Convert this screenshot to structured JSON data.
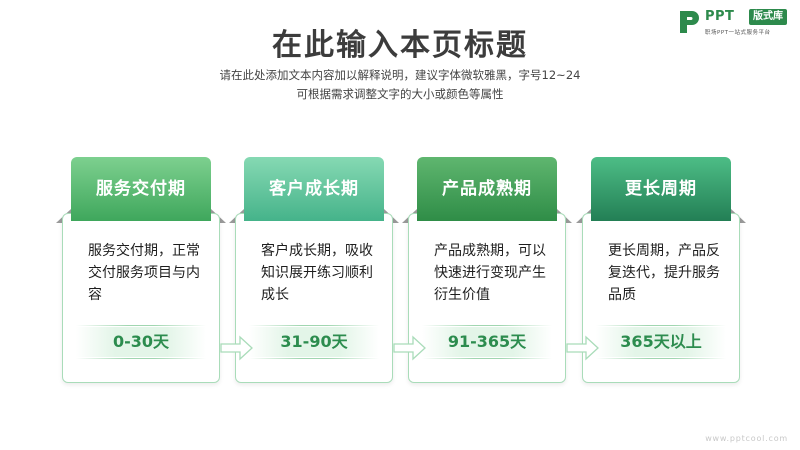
{
  "logo": {
    "brand": "PPT",
    "badge": "版式库",
    "tagline": "职场PPT一站式服务平台"
  },
  "title": "在此输入本页标题",
  "subtitle": {
    "line1": "请在此处添加文本内容加以解释说明，建议字体微软雅黑，字号12~24",
    "line2": "可根据需求调整文字的大小或颜色等属性"
  },
  "stages": [
    {
      "title": "服务交付期",
      "desc": "服务交付期，正常交付服务项目与内容",
      "period": "0-30天",
      "color_from": "#7dd08f",
      "color_to": "#3fa75c"
    },
    {
      "title": "客户成长期",
      "desc": "客户成长期，吸收知识展开练习顺利成长",
      "period": "31-90天",
      "color_from": "#86d9b3",
      "color_to": "#45b38a"
    },
    {
      "title": "产品成熟期",
      "desc": "产品成熟期，可以快速进行变现产生衍生价值",
      "period": "91-365天",
      "color_from": "#5fb66f",
      "color_to": "#2f8d47"
    },
    {
      "title": "更长周期",
      "desc": "更长周期，产品反复迭代，提升服务品质",
      "period": "365天以上",
      "color_from": "#4dbd86",
      "color_to": "#237f55"
    }
  ],
  "watermark": "www.pptcool.com",
  "colors": {
    "accent": "#2d8a4c",
    "card_border": "#a9dcb9",
    "period_text": "#2c8c4e"
  }
}
